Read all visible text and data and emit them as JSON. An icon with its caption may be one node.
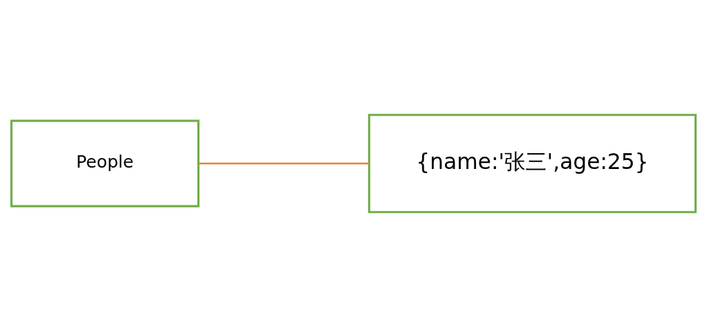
{
  "diagram": {
    "nodes": [
      {
        "text": [
          "People"
        ]
      },
      {
        "text": [
          "{name:'张三',age:25}"
        ]
      }
    ],
    "edges": [
      {
        "from": 0,
        "to": 1,
        "arrow": "none",
        "color": "#ed7d31"
      }
    ]
  }
}
